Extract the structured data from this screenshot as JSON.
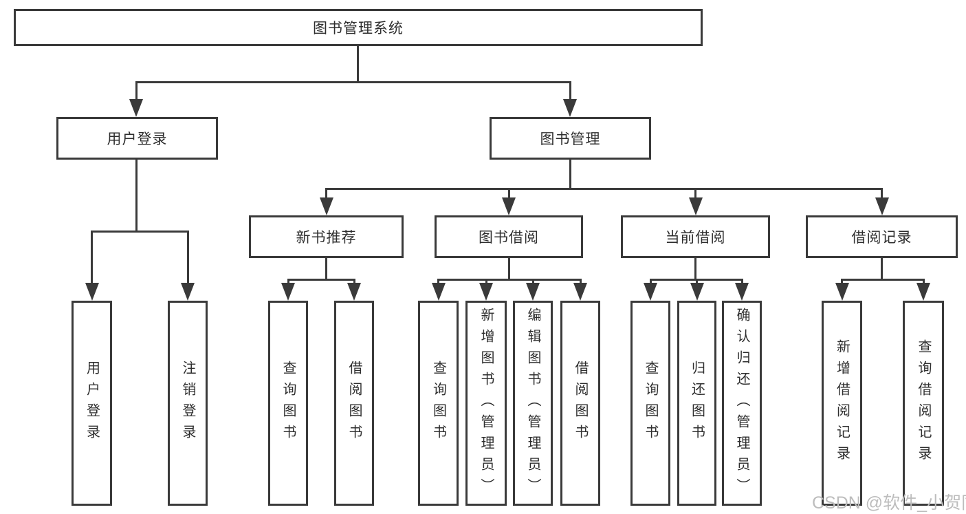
{
  "tree": {
    "root": "图书管理系统",
    "login": {
      "label": "用户登录",
      "children": [
        "用户登录",
        "注销登录"
      ]
    },
    "management": {
      "label": "图书管理",
      "modules": [
        {
          "label": "新书推荐",
          "children": [
            "查询图书",
            "借阅图书"
          ]
        },
        {
          "label": "图书借阅",
          "children": [
            "查询图书",
            "新增图书（管理员）",
            "编辑图书（管理员）",
            "借阅图书"
          ]
        },
        {
          "label": "当前借阅",
          "children": [
            "查询图书",
            "归还图书",
            "确认归还（管理员）"
          ]
        },
        {
          "label": "借阅记录",
          "children": [
            "新增借阅记录",
            "查询借阅记录"
          ]
        }
      ]
    }
  },
  "watermark": "CSDN @软件_小贺同学",
  "colors": {
    "line": "#3a3a3a",
    "text": "#2e2e2e",
    "watermark": "#bdbdbd",
    "background": "#ffffff"
  }
}
